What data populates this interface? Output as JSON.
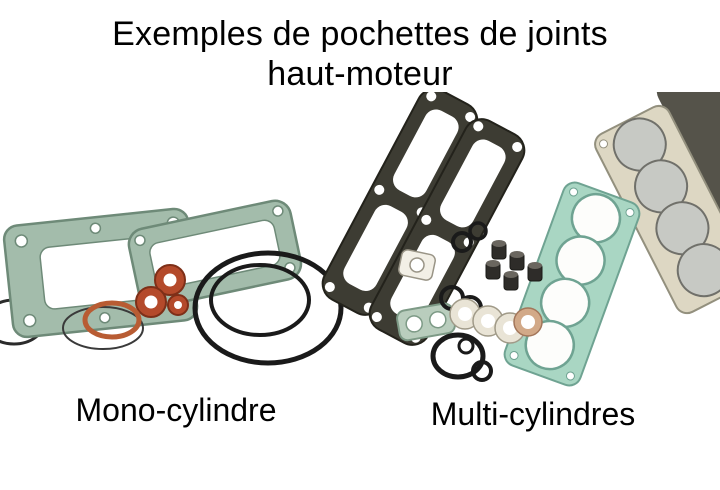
{
  "header": {
    "title_line1": "Exemples de pochettes de joints",
    "title_line2": "haut-moteur"
  },
  "captions": {
    "mono": "Mono-cylindre",
    "multi": "Multi-cylindres"
  },
  "illustration": {
    "description": "Photo of two top-end engine gasket kits: single-cylinder set on the left, multi-cylinder set on the right",
    "colors": {
      "gasket_green": "#a3bcab",
      "gasket_green_stroke": "#6e8a78",
      "head_gasket_teal": "#a9d6c3",
      "head_gasket_teal_stroke": "#6fa392",
      "gasket_beige": "#ddd7c3",
      "gasket_beige_stroke": "#93907e",
      "copper_orange": "#b44a2b",
      "rubber_black": "#1a1a1a",
      "cover_gasket_dark": "#3d3c33",
      "cream_washer": "#e9e4d6",
      "tan_washer": "#d2a988",
      "background": "#ffffff"
    }
  }
}
